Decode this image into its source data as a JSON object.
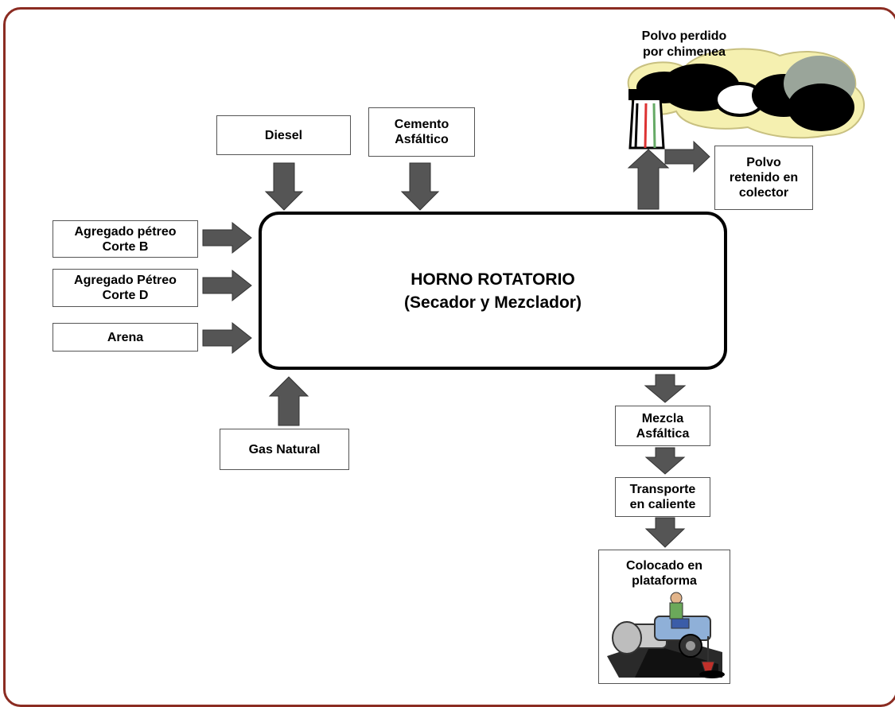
{
  "diagram": {
    "main": {
      "line1": "HORNO ROTATORIO",
      "line2": "(Secador y Mezclador)"
    },
    "inputs_top": {
      "diesel": "Diesel",
      "cemento_1": "Cemento",
      "cemento_2": "Asfáltico"
    },
    "inputs_left": {
      "agregado_b_1": "Agregado pétreo",
      "agregado_b_2": "Corte B",
      "agregado_d_1": "Agregado Pétreo",
      "agregado_d_2": "Corte D",
      "arena": "Arena"
    },
    "input_bottom": {
      "gas": "Gas Natural"
    },
    "outputs": {
      "polvo_perdido_1": "Polvo perdido",
      "polvo_perdido_2": "por chimenea",
      "polvo_retenido_1": "Polvo",
      "polvo_retenido_2": "retenido en",
      "polvo_retenido_3": "colector",
      "mezcla_1": "Mezcla",
      "mezcla_2": "Asfáltica",
      "transporte_1": "Transporte",
      "transporte_2": "en caliente",
      "colocado_1": "Colocado en",
      "colocado_2": "plataforma"
    },
    "colors": {
      "frame": "#8b2c22",
      "arrow": "#555555",
      "smoke": "#000000"
    },
    "icons": [
      "chimney-smoke-icon",
      "road-roller-worker-icon"
    ]
  }
}
